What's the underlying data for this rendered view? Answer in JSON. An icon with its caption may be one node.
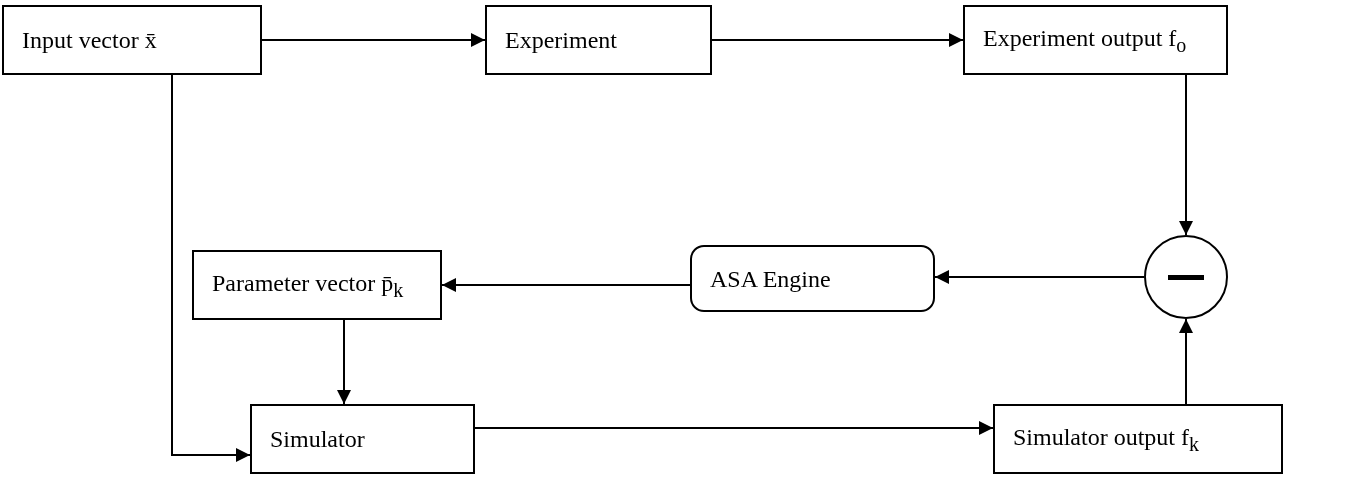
{
  "diagram": {
    "nodes": [
      {
        "text": [
          "Input vector x̄"
        ]
      },
      {
        "text": [
          "Experiment"
        ]
      },
      {
        "text": [
          "Experiment output f$_{o}$"
        ]
      },
      {
        "text": [],
        "shape": "circle"
      },
      {
        "text": [
          "ASA Engine"
        ]
      },
      {
        "text": [
          "Parameter vector p̄$_{k}$"
        ]
      },
      {
        "text": [
          "Simulator"
        ]
      },
      {
        "text": [
          "Simulator output f$_{k}$"
        ]
      }
    ],
    "edges": [
      {
        "from": 0,
        "to": 1,
        "arrow": "to"
      },
      {
        "from": 1,
        "to": 2,
        "arrow": "to"
      },
      {
        "from": 2,
        "to": 3,
        "arrow": "to"
      },
      {
        "from": 3,
        "to": 4,
        "arrow": "to"
      },
      {
        "from": 4,
        "to": 5,
        "arrow": "to"
      },
      {
        "from": 5,
        "to": 6,
        "arrow": "to"
      },
      {
        "from": 0,
        "to": 6,
        "arrow": "to"
      },
      {
        "from": 6,
        "to": 7,
        "arrow": "to"
      },
      {
        "from": 7,
        "to": 3,
        "arrow": "to"
      }
    ]
  }
}
